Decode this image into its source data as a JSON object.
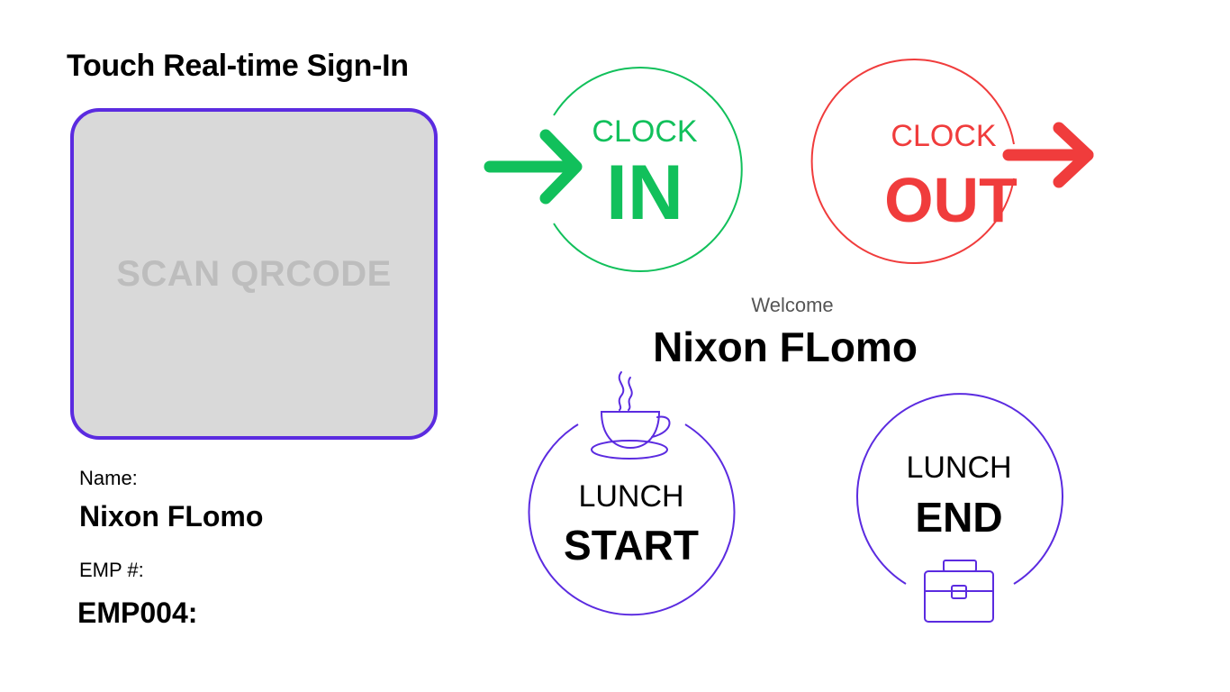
{
  "header": {
    "title": "Touch Real-time Sign-In"
  },
  "scanner": {
    "label": "SCAN QRCODE"
  },
  "employee": {
    "name_label": "Name:",
    "name_value": "Nixon FLomo",
    "emp_label": "EMP #:",
    "emp_value": "EMP004:"
  },
  "welcome": {
    "greeting": "Welcome",
    "name": "Nixon FLomo"
  },
  "buttons": {
    "clock_in": {
      "line1": "CLOCK",
      "line2": "IN"
    },
    "clock_out": {
      "line1": "CLOCK",
      "line2": "OUT"
    },
    "lunch_start": {
      "line1": "LUNCH",
      "line2": "START"
    },
    "lunch_end": {
      "line1": "LUNCH",
      "line2": "END"
    }
  },
  "colors": {
    "accent_purple": "#5b2be0",
    "clock_in_green": "#11c05b",
    "clock_out_red": "#f03c3c",
    "scan_box_fill": "#d9d9d9"
  },
  "icons": {
    "clock_in": "arrow-right-icon",
    "clock_out": "arrow-right-icon",
    "lunch_start": "coffee-cup-icon",
    "lunch_end": "briefcase-icon"
  }
}
